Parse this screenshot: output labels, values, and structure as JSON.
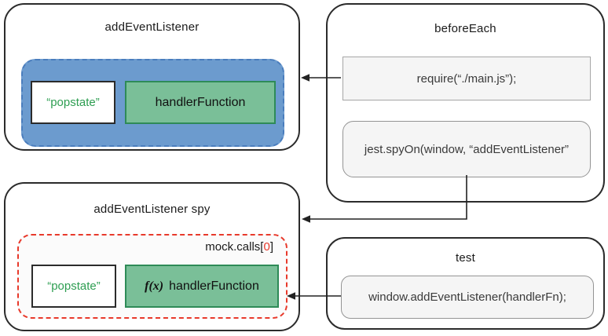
{
  "colors": {
    "blue_fill": "#6c9bce",
    "blue_dash": "#4a7dbd",
    "green_fill": "#7abf98",
    "green_border": "#2e8b57",
    "green_text": "#2e9e52",
    "red_dash": "#e8392b",
    "chip_fill": "#f5f5f5",
    "outline": "#2b2b2b"
  },
  "boxes": {
    "add_event_listener": {
      "title": "addEventListener",
      "event_arg": "“popstate”",
      "handler_arg": "handlerFunction"
    },
    "before_each": {
      "title": "beforeEach",
      "require_code": "require(“./main.js”);",
      "spy_code": "jest.spyOn(window, “addEventListener”"
    },
    "spy": {
      "title": "addEventListener spy",
      "mock_calls_prefix": "mock.calls[",
      "mock_calls_index": "0",
      "mock_calls_suffix": "]",
      "event_arg": "“popstate”",
      "fx_label": "f(x)",
      "handler_arg": "handlerFunction"
    },
    "test": {
      "title": "test",
      "code": "window.addEventListener(handlerFn);"
    }
  }
}
